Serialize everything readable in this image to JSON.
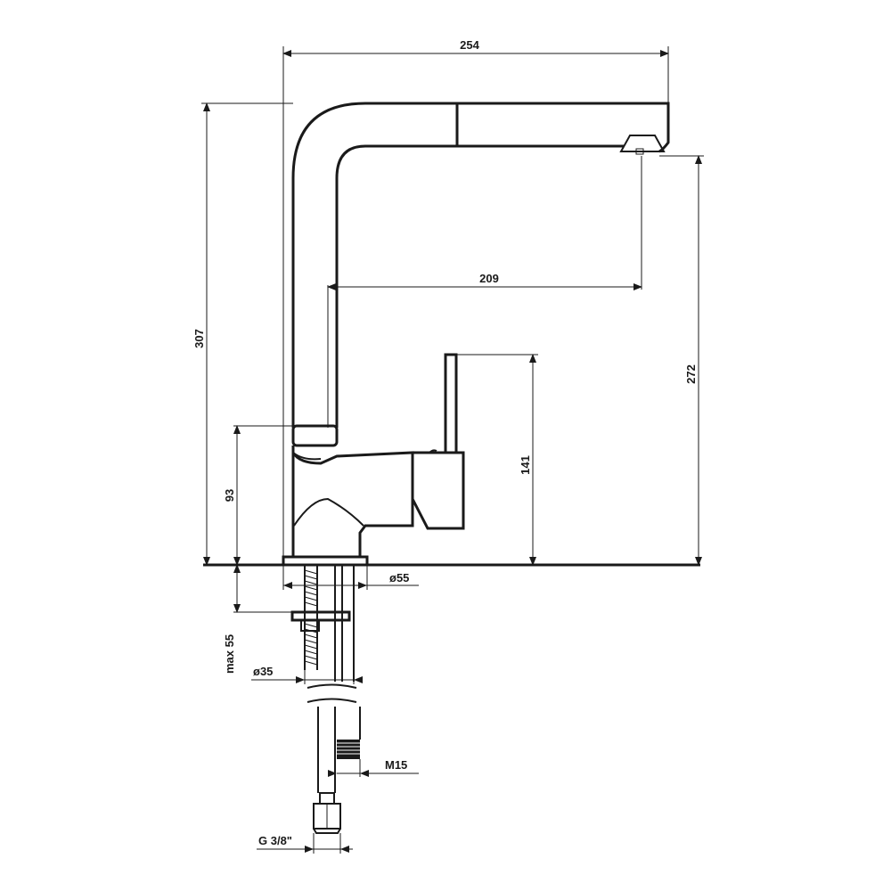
{
  "dimensions": {
    "overall_width": "254",
    "overall_height": "307",
    "spout_reach": "209",
    "spout_height": "272",
    "lever_height": "141",
    "body_height": "93",
    "base_diameter": "ø55",
    "max_thickness": "max 55",
    "shank_diameter": "ø35",
    "thread": "M15",
    "connection": "G 3/8\""
  }
}
